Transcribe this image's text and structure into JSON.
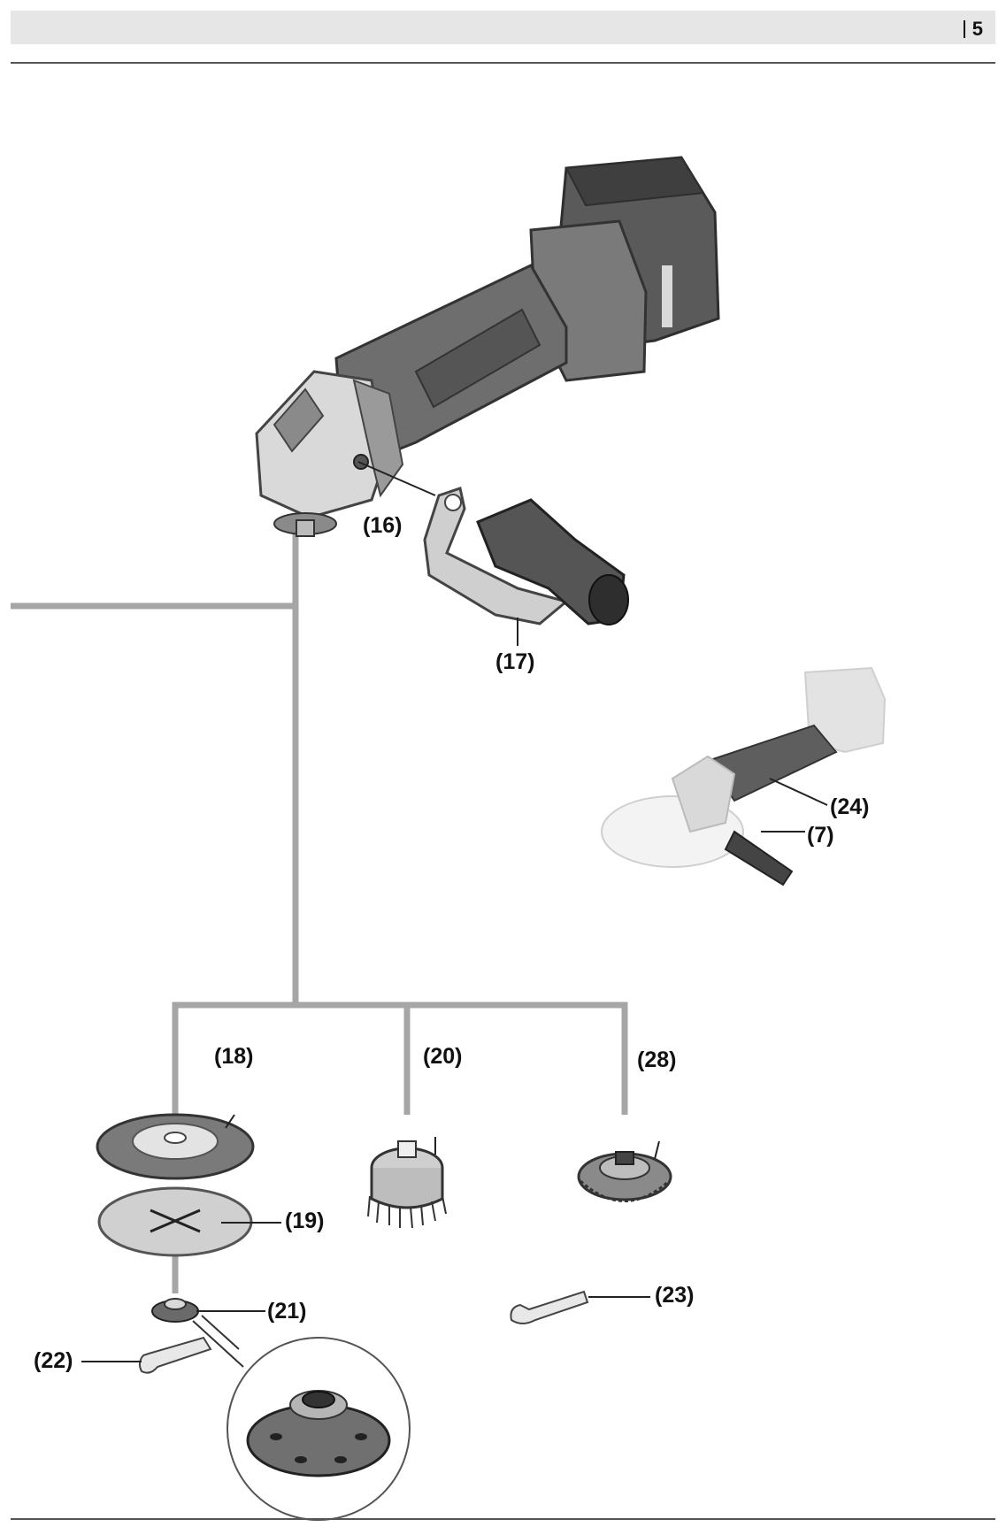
{
  "header": {
    "page_number": "5"
  },
  "callouts": {
    "c16": "(16)",
    "c17": "(17)",
    "c24": "(24)",
    "c7": "(7)",
    "c18": "(18)",
    "c20": "(20)",
    "c28": "(28)",
    "c19": "(19)",
    "c21": "(21)",
    "c23": "(23)",
    "c22": "(22)"
  },
  "colors": {
    "tool_body": "#6e6e6e",
    "tool_dark": "#4a4a4a",
    "tool_light": "#d9d9d9",
    "connector": "#a6a6a6",
    "header_band": "#e6e6e6"
  }
}
